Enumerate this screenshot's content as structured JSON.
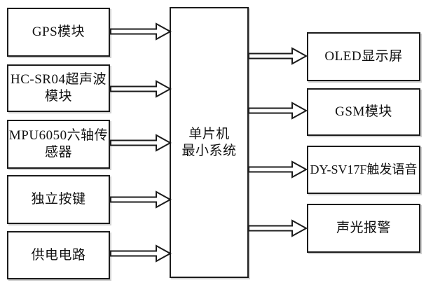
{
  "diagram": {
    "center_box": {
      "label": "单片机\n最小系统"
    },
    "left_boxes": [
      {
        "label": "GPS模块"
      },
      {
        "label": "HC-SR04超声波\n模块"
      },
      {
        "label": "MPU6050六轴传\n感器"
      },
      {
        "label": "独立按键"
      },
      {
        "label": "供电电路"
      }
    ],
    "right_boxes": [
      {
        "label": "OLED显示屏"
      },
      {
        "label": "GSM模块"
      },
      {
        "label": "DY-SV17F触发语音"
      },
      {
        "label": "声光报警"
      }
    ],
    "colors": {
      "line": "#1c1c1c",
      "fill": "#ffffff"
    }
  }
}
